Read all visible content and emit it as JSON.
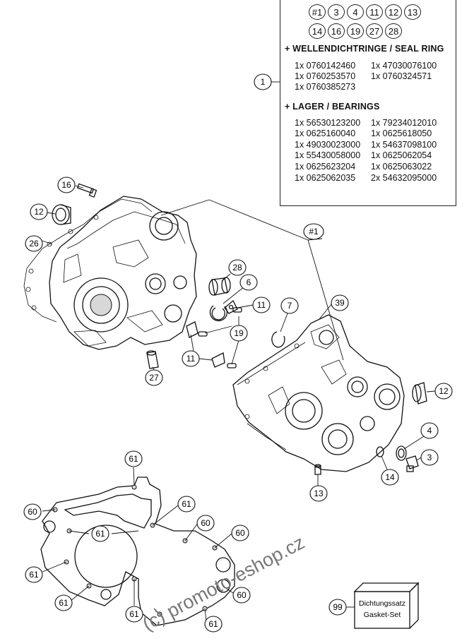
{
  "legend": {
    "set_numbers_row1": [
      "#1",
      "3",
      "4",
      "11",
      "12",
      "13"
    ],
    "set_numbers_row2": [
      "14",
      "16",
      "19",
      "27",
      "28"
    ],
    "seal_title": "+ WELLENDICHTRINGE / SEAL RING",
    "seal_col1": [
      "1x 0760142460",
      "1x 0760253570",
      "1x 0760385273"
    ],
    "seal_col2": [
      "1x 47030076100",
      "1x 0760324571"
    ],
    "bearing_title": "+ LAGER / BEARINGS",
    "bearing_col1": [
      "1x 56530123200",
      "1x 0625160040",
      "1x 49030023000",
      "1x 55430058000",
      "1x 0625623204",
      "1x 0625062035"
    ],
    "bearing_col2": [
      "1x 79234012010",
      "1x 0625618050",
      "1x 54637098100",
      "1x 0625062054",
      "1x 0625063022",
      "2x 54632095000"
    ]
  },
  "callouts": {
    "c1": "1",
    "c16": "16",
    "c12a": "12",
    "c26": "26",
    "c1hash": "#1",
    "c28": "28",
    "c6": "6",
    "c11a": "11",
    "c7": "7",
    "c39": "39",
    "c19": "19",
    "c11b": "11",
    "c27": "27",
    "c12b": "12",
    "c4": "4",
    "c3": "3",
    "c14": "14",
    "c13": "13",
    "g61a": "61",
    "g60a": "60",
    "g61b": "61",
    "g61c": "61",
    "g60b": "60",
    "g60c": "60",
    "g61d": "61",
    "g60d": "60",
    "g61e": "61",
    "g61f": "61",
    "g61g": "61",
    "c99": "99"
  },
  "kit": {
    "line1": "Dichtungssatz",
    "line2": "Gasket-Set"
  },
  "watermark": "(c) promoto-eshop.cz"
}
